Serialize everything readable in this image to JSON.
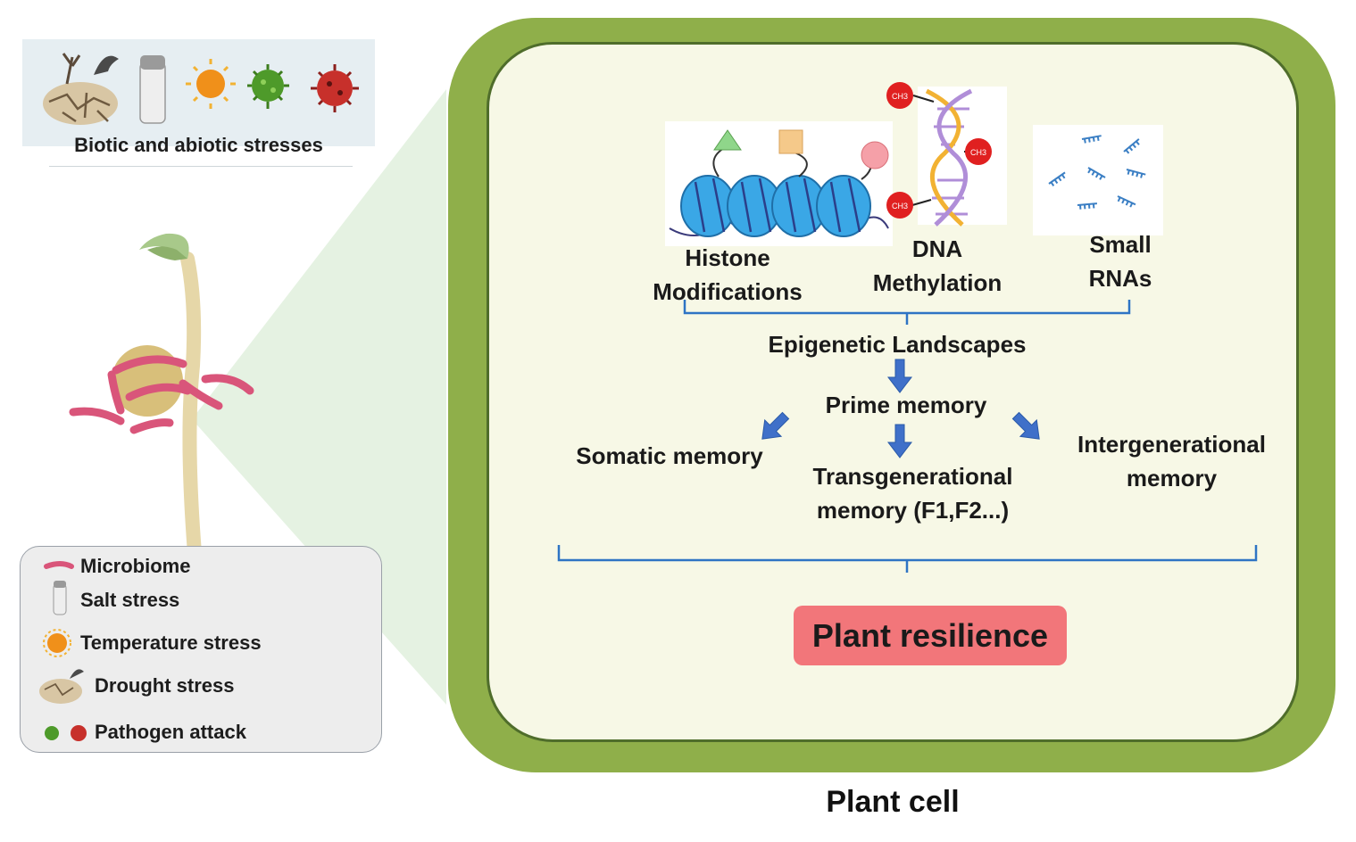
{
  "stress_panel": {
    "caption": "Biotic and abiotic stresses",
    "icons": [
      "cracked-soil-icon",
      "salt-shaker-icon",
      "sun-icon",
      "green-pathogen-icon",
      "red-pathogen-icon"
    ]
  },
  "legend": {
    "items": [
      {
        "icon": "microbiome-icon",
        "label": "Microbiome"
      },
      {
        "icon": "salt-shaker-icon",
        "label": "Salt stress"
      },
      {
        "icon": "sun-icon",
        "label": "Temperature stress"
      },
      {
        "icon": "cracked-soil-icon",
        "label": "Drought stress"
      },
      {
        "icon": "pathogen-icon",
        "label": "Pathogen attack"
      }
    ]
  },
  "cell": {
    "histone": {
      "line1": "Histone",
      "line2": "Modifications"
    },
    "dna": {
      "line1": "DNA",
      "line2": "Methylation",
      "methyl_tag": "CH3"
    },
    "rna": {
      "line1": "Small",
      "line2": "RNAs"
    },
    "epigenetic": "Epigenetic Landscapes",
    "prime": "Prime memory",
    "somatic": "Somatic memory",
    "transgenerational": {
      "line1": "Transgenerational",
      "line2": "memory (F1,F2...)"
    },
    "intergenerational": {
      "line1": "Intergenerational",
      "line2": "memory"
    },
    "resilience": "Plant resilience"
  },
  "plant_cell_label": "Plant cell",
  "colors": {
    "cell_wall": "#8faf4a",
    "cytoplasm": "#f7f8e6",
    "resilience": "#f2767a",
    "arrow": "#3f70c9",
    "bracket": "#2e74c4",
    "microbiome": "#d9557a"
  }
}
